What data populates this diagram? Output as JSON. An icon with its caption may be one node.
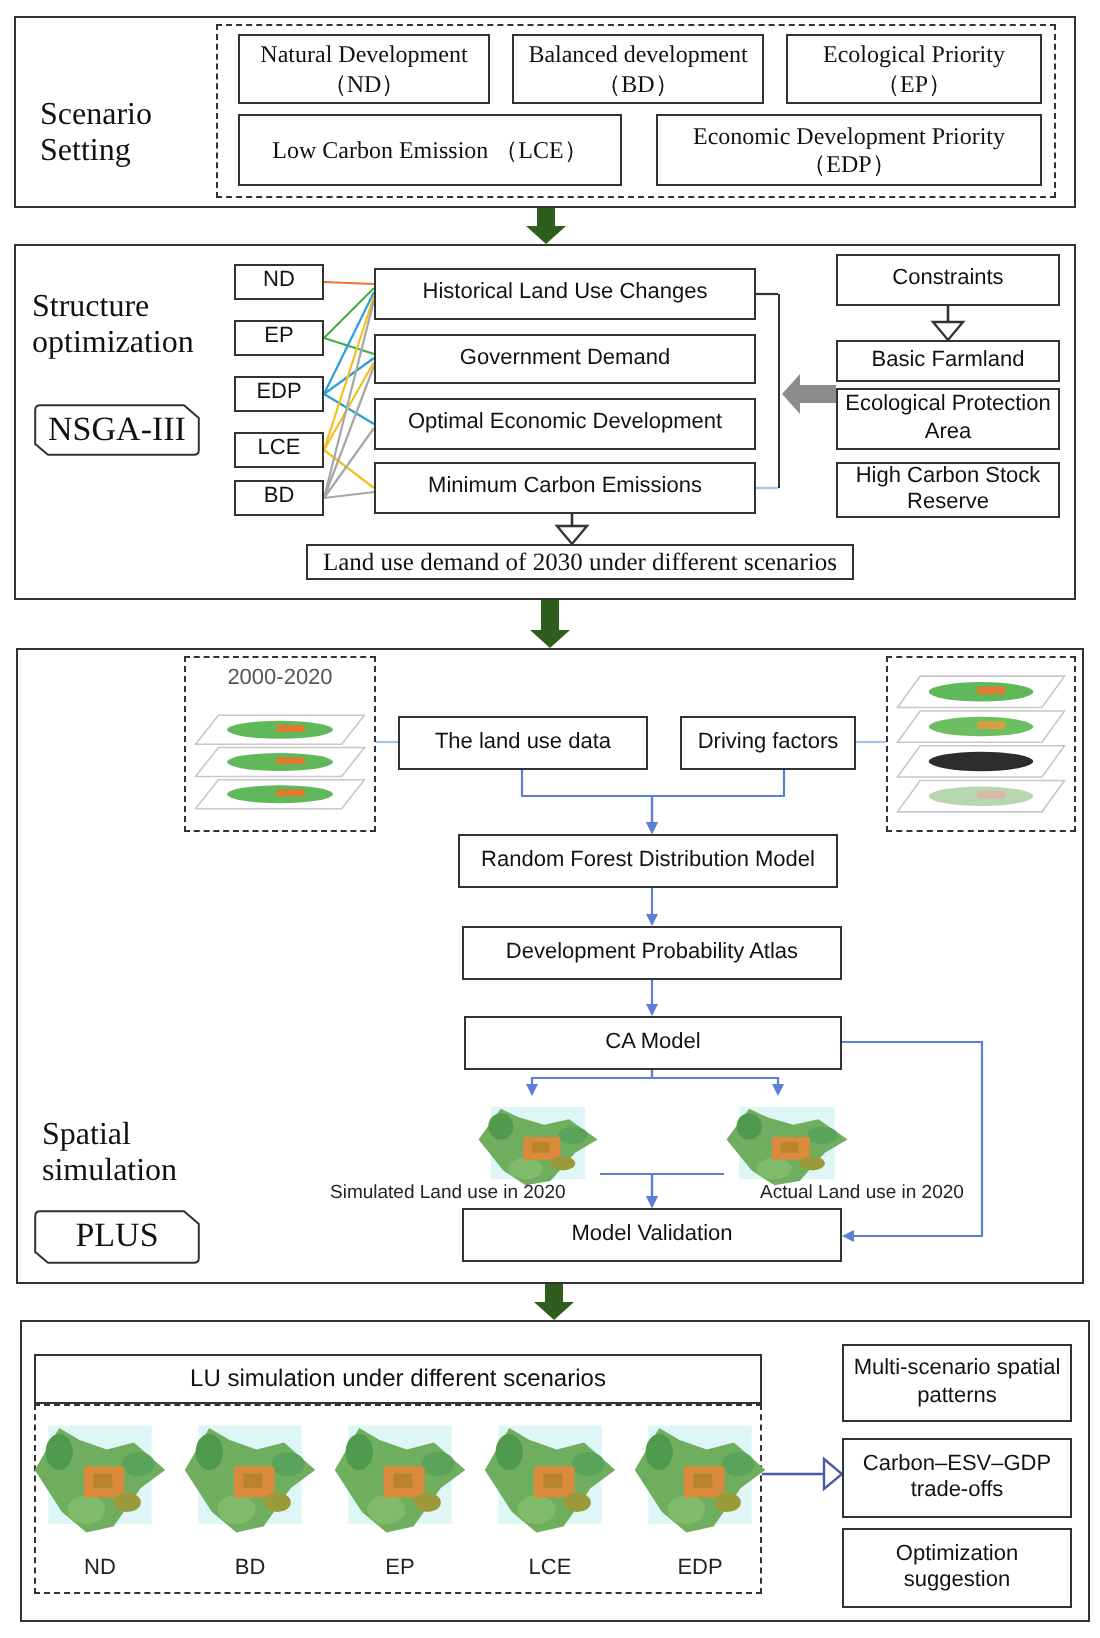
{
  "diagram": {
    "nodes": [
      {
        "text": [
          "Scenario Setting"
        ]
      },
      {
        "text": [],
        "shape": "box",
        "in": 0
      },
      {
        "text": [
          "Natural Development （ND）"
        ],
        "in": 1
      },
      {
        "text": [
          "Balanced development （BD）"
        ],
        "in": 1
      },
      {
        "text": [
          "Ecological Priority （EP）"
        ],
        "in": 1
      },
      {
        "text": [
          "Low Carbon Emission （LCE）"
        ],
        "in": 1
      },
      {
        "text": [
          "Economic Development Priority （EDP）"
        ],
        "in": 1
      },
      {
        "text": [
          "Structure optimization"
        ]
      },
      {
        "text": [
          "NSGA-III"
        ],
        "in": 7
      },
      {
        "text": [
          "ND"
        ],
        "in": 7
      },
      {
        "text": [
          "EP"
        ],
        "in": 7
      },
      {
        "text": [
          "EDP"
        ],
        "in": 7
      },
      {
        "text": [
          "LCE"
        ],
        "in": 7
      },
      {
        "text": [
          "BD"
        ],
        "in": 7
      },
      {
        "text": [
          "Historical Land Use Changes"
        ],
        "in": 7
      },
      {
        "text": [
          "Government Demand"
        ],
        "in": 7
      },
      {
        "text": [
          "Optimal Economic Development"
        ],
        "in": 7
      },
      {
        "text": [
          "Minimum Carbon Emissions"
        ],
        "in": 7
      },
      {
        "text": [
          "Constraints"
        ],
        "in": 7
      },
      {
        "text": [
          "Basic Farmland"
        ],
        "in": 7
      },
      {
        "text": [
          "Ecological Protection Area"
        ],
        "in": 7
      },
      {
        "text": [
          "High Carbon Stock Reserve"
        ],
        "in": 7
      },
      {
        "text": [
          "Land use demand of 2030 under different scenarios"
        ],
        "in": 7
      },
      {
        "text": [
          "Spatial simulation"
        ]
      },
      {
        "text": [
          "PLUS"
        ],
        "in": 23
      },
      {
        "text": [
          "2000-2020"
        ],
        "in": 23
      },
      {
        "text": [],
        "shape": "picture",
        "in": 25
      },
      {
        "text": [
          "The land use data"
        ],
        "in": 23
      },
      {
        "text": [
          "Driving factors"
        ],
        "in": 23
      },
      {
        "text": [],
        "shape": "box",
        "in": 23
      },
      {
        "text": [],
        "shape": "picture",
        "in": 29
      },
      {
        "text": [
          "Random Forest Distribution Model"
        ],
        "in": 23
      },
      {
        "text": [
          "Development Probability Atlas"
        ],
        "in": 23
      },
      {
        "text": [
          "CA Model"
        ],
        "in": 23
      },
      {
        "text": [],
        "shape": "picture",
        "in": 23,
        "beside": [
          "Simulated Land use in 2020"
        ]
      },
      {
        "text": [],
        "shape": "picture",
        "in": 23,
        "beside": [
          "Actual Land use in 2020"
        ]
      },
      {
        "text": [
          "Model Validation"
        ],
        "in": 23
      },
      {
        "text": [],
        "shape": "box"
      },
      {
        "text": [
          "LU simulation under different scenarios"
        ],
        "in": 37
      },
      {
        "text": [],
        "shape": "box",
        "in": 37
      },
      {
        "text": [],
        "shape": "picture",
        "in": 39,
        "beside": [
          "ND"
        ]
      },
      {
        "text": [],
        "shape": "picture",
        "in": 39,
        "beside": [
          "BD"
        ]
      },
      {
        "text": [],
        "shape": "picture",
        "in": 39,
        "beside": [
          "EP"
        ]
      },
      {
        "text": [],
        "shape": "picture",
        "in": 39,
        "beside": [
          "LCE"
        ]
      },
      {
        "text": [],
        "shape": "picture",
        "in": 39,
        "beside": [
          "EDP"
        ]
      },
      {
        "text": [
          "Multi-scenario spatial patterns"
        ],
        "in": 37
      },
      {
        "text": [
          "Carbon–ESV–GDP trade-offs"
        ],
        "in": 37
      },
      {
        "text": [
          "Optimization suggestion"
        ],
        "in": 37
      },
      {
        "text": [],
        "shape": "bar",
        "in": 7
      }
    ],
    "edges": [
      {
        "from": 0,
        "to": 7,
        "arrow": "to",
        "style": "thick",
        "color": "#2e5e1e"
      },
      {
        "from": 7,
        "to": 23,
        "arrow": "to",
        "style": "thick",
        "color": "#2e5e1e"
      },
      {
        "from": 23,
        "to": 37,
        "arrow": "to",
        "style": "thick",
        "color": "#2e5e1e"
      },
      {
        "from": 9,
        "to": 14,
        "arrow": "none",
        "color": "#f07030"
      },
      {
        "from": 10,
        "to": 14,
        "arrow": "none",
        "color": "#3cb043"
      },
      {
        "from": 10,
        "to": 15,
        "arrow": "none",
        "color": "#3cb043"
      },
      {
        "from": 11,
        "to": 14,
        "arrow": "none",
        "color": "#2a9fd6"
      },
      {
        "from": 11,
        "to": 15,
        "arrow": "none",
        "color": "#2a9fd6"
      },
      {
        "from": 11,
        "to": 16,
        "arrow": "none",
        "color": "#2a9fd6"
      },
      {
        "from": 12,
        "to": 14,
        "arrow": "none",
        "color": "#f2c21b"
      },
      {
        "from": 12,
        "to": 15,
        "arrow": "none",
        "color": "#f2c21b"
      },
      {
        "from": 12,
        "to": 17,
        "arrow": "none",
        "color": "#f2c21b"
      },
      {
        "from": 13,
        "to": 14,
        "arrow": "none",
        "color": "#a6a6a6"
      },
      {
        "from": 13,
        "to": 15,
        "arrow": "none",
        "color": "#a6a6a6"
      },
      {
        "from": 13,
        "to": 16,
        "arrow": "none",
        "color": "#a6a6a6"
      },
      {
        "from": 13,
        "to": 17,
        "arrow": "none",
        "color": "#a6a6a6"
      },
      {
        "from": 17,
        "to": 22,
        "arrow": "to",
        "color": "#333333"
      },
      {
        "from": 18,
        "to": 19,
        "arrow": "to",
        "color": "#333333"
      },
      {
        "from": 20,
        "to": 48,
        "arrow": "to",
        "style": "thick",
        "color": "#8c8c8c"
      },
      {
        "from": 25,
        "to": 27,
        "arrow": "none",
        "color": "#9dc3e6"
      },
      {
        "from": 29,
        "to": 28,
        "arrow": "none",
        "color": "#9dc3e6"
      },
      {
        "from": 27,
        "to": 31,
        "arrow": "to",
        "color": "#5b7fd6"
      },
      {
        "from": 28,
        "to": 31,
        "arrow": "to",
        "color": "#5b7fd6"
      },
      {
        "from": 31,
        "to": 32,
        "arrow": "to",
        "color": "#5b7fd6"
      },
      {
        "from": 32,
        "to": 33,
        "arrow": "to",
        "color": "#5b7fd6"
      },
      {
        "from": 33,
        "to": 34,
        "arrow": "to",
        "color": "#5b7fd6"
      },
      {
        "from": 33,
        "to": 35,
        "arrow": "to",
        "color": "#5b7fd6"
      },
      {
        "from": 34,
        "to": 36,
        "arrow": "to",
        "color": "#5b7fd6"
      },
      {
        "from": 35,
        "to": 36,
        "arrow": "to",
        "color": "#5b7fd6"
      },
      {
        "from": 33,
        "to": 36,
        "arrow": "to",
        "color": "#5b7fd6"
      },
      {
        "from": 39,
        "to": 46,
        "arrow": "to",
        "color": "#4a5aa8"
      },
      {
        "from": 14,
        "to": 48,
        "arrow": "none",
        "color": "#333333"
      },
      {
        "from": 17,
        "to": 48,
        "arrow": "none",
        "color": "#9dc3e6"
      }
    ]
  }
}
